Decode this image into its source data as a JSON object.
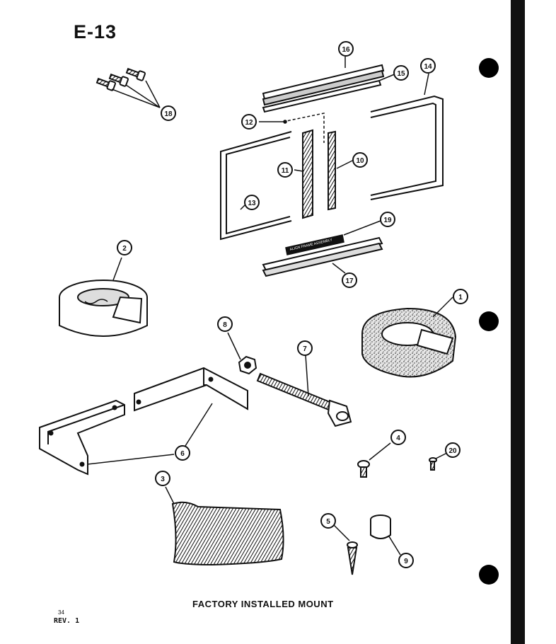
{
  "title": "E-13",
  "caption": "FACTORY INSTALLED MOUNT",
  "page_number": "34",
  "revision": "REV. 1",
  "strip_text": "ALIGN FRAME ASSEMBLY",
  "colors": {
    "ink": "#111111",
    "paper": "#ffffff",
    "foam": "#d8d8d8"
  },
  "callouts": {
    "c1": "1",
    "c2": "2",
    "c3": "3",
    "c4": "4",
    "c5": "5",
    "c6": "6",
    "c7": "7",
    "c8": "8",
    "c9": "9",
    "c10": "10",
    "c11": "11",
    "c12": "12",
    "c13": "13",
    "c14": "14",
    "c15": "15",
    "c16": "16",
    "c17": "17",
    "c18": "18",
    "c19": "19",
    "c20": "20"
  }
}
